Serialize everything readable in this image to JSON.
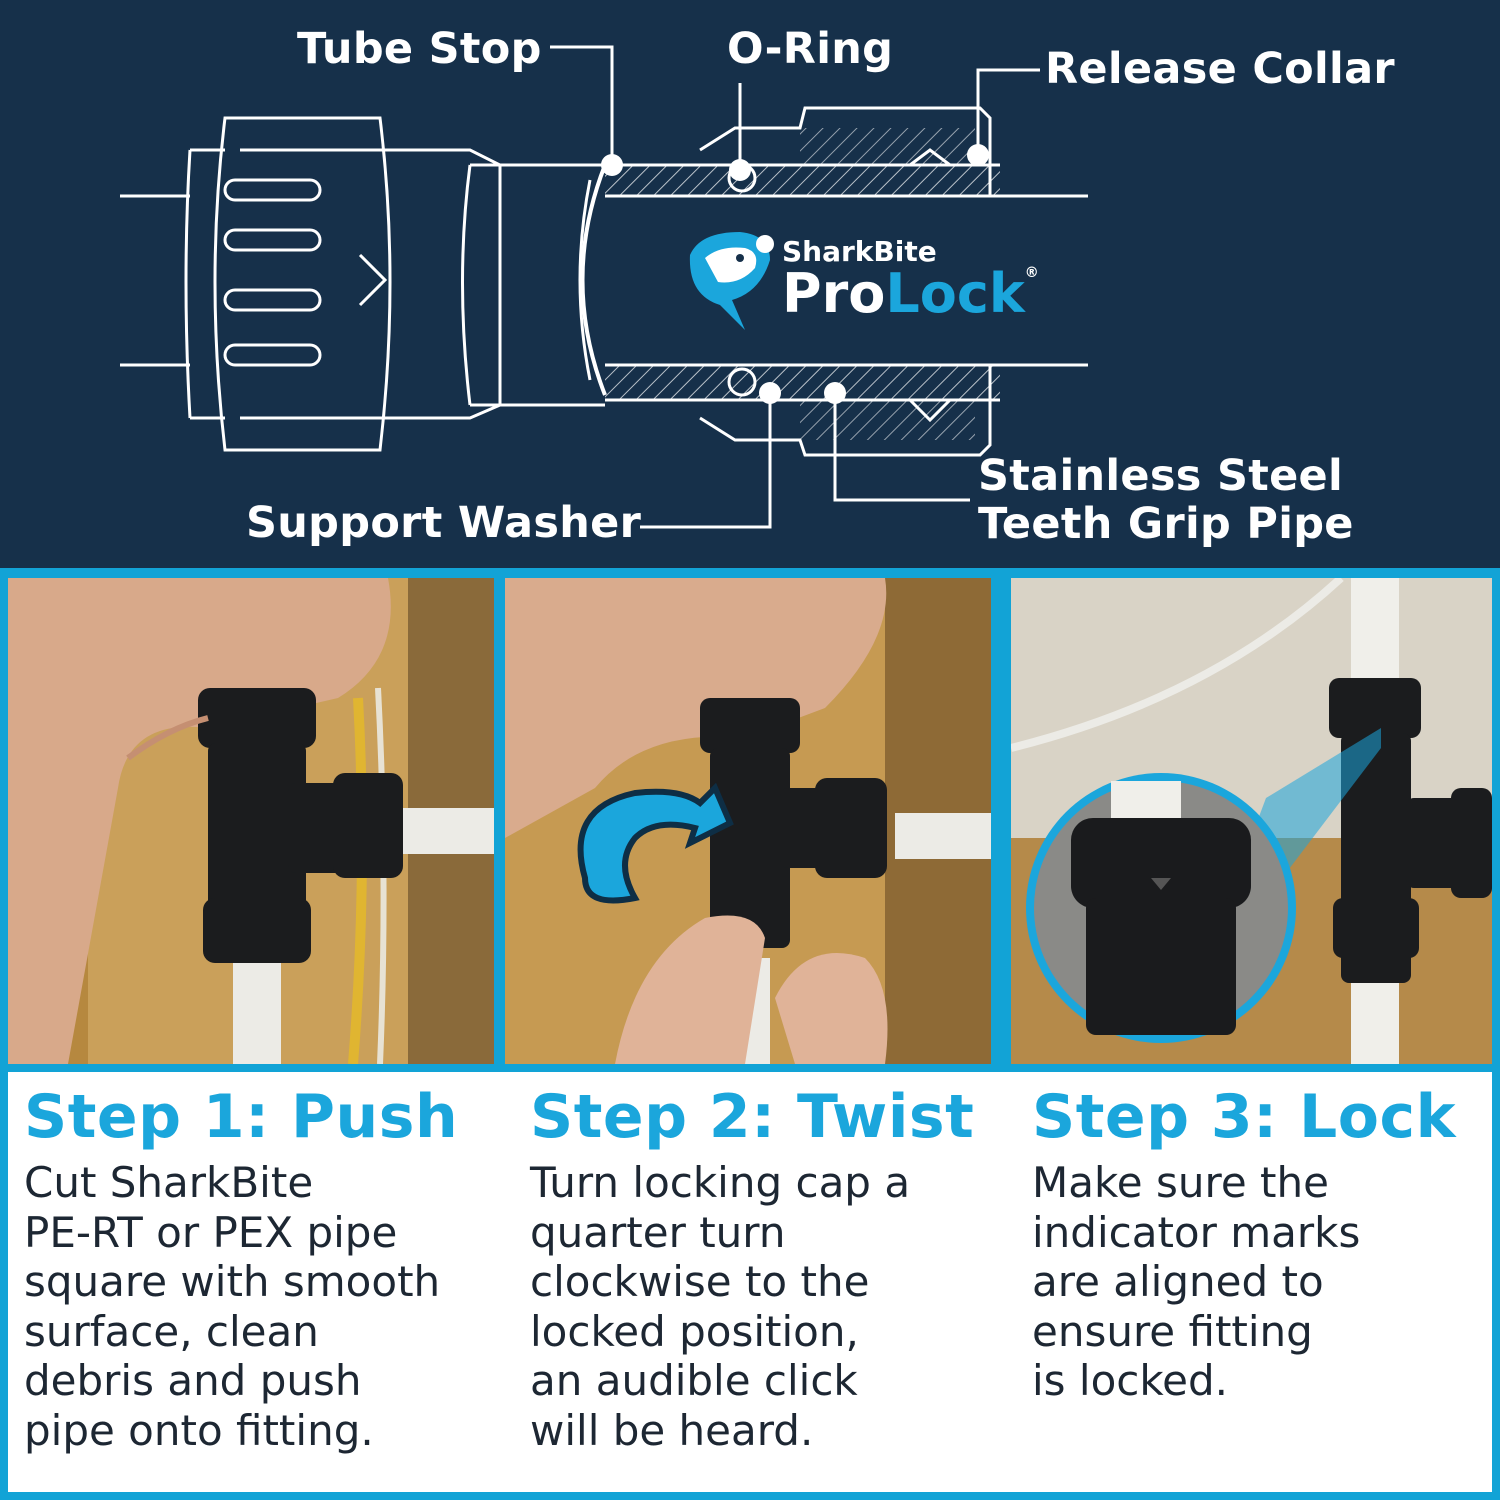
{
  "diagram": {
    "brand_small": "SharkBite",
    "brand_pro": "Pro",
    "brand_lock": "Lock",
    "brand_reg": "®",
    "labels": {
      "tube_stop": "Tube Stop",
      "o_ring": "O-Ring",
      "release_collar": "Release Collar",
      "support_washer": "Support Washer",
      "teeth_line1": "Stainless Steel",
      "teeth_line2": "Teeth Grip Pipe"
    }
  },
  "steps": [
    {
      "title": "Step 1: Push",
      "body": "Cut SharkBite\nPE-RT or PEX pipe\nsquare with smooth\nsurface, clean\ndebris and push\npipe onto fitting."
    },
    {
      "title": "Step 2: Twist",
      "body": "Turn locking cap a\nquarter turn\nclockwise to the\nlocked position,\nan audible click\nwill be heard."
    },
    {
      "title": "Step 3: Lock",
      "body": "Make sure the\nindicator marks\nare aligned to\nensure fitting\nis locked."
    }
  ],
  "colors": {
    "navy": "#16304a",
    "accent_blue": "#1ba6dc",
    "frame_blue": "#12a3d6",
    "fitting_black": "#1b1c1e",
    "wood": "#c99a4d"
  }
}
